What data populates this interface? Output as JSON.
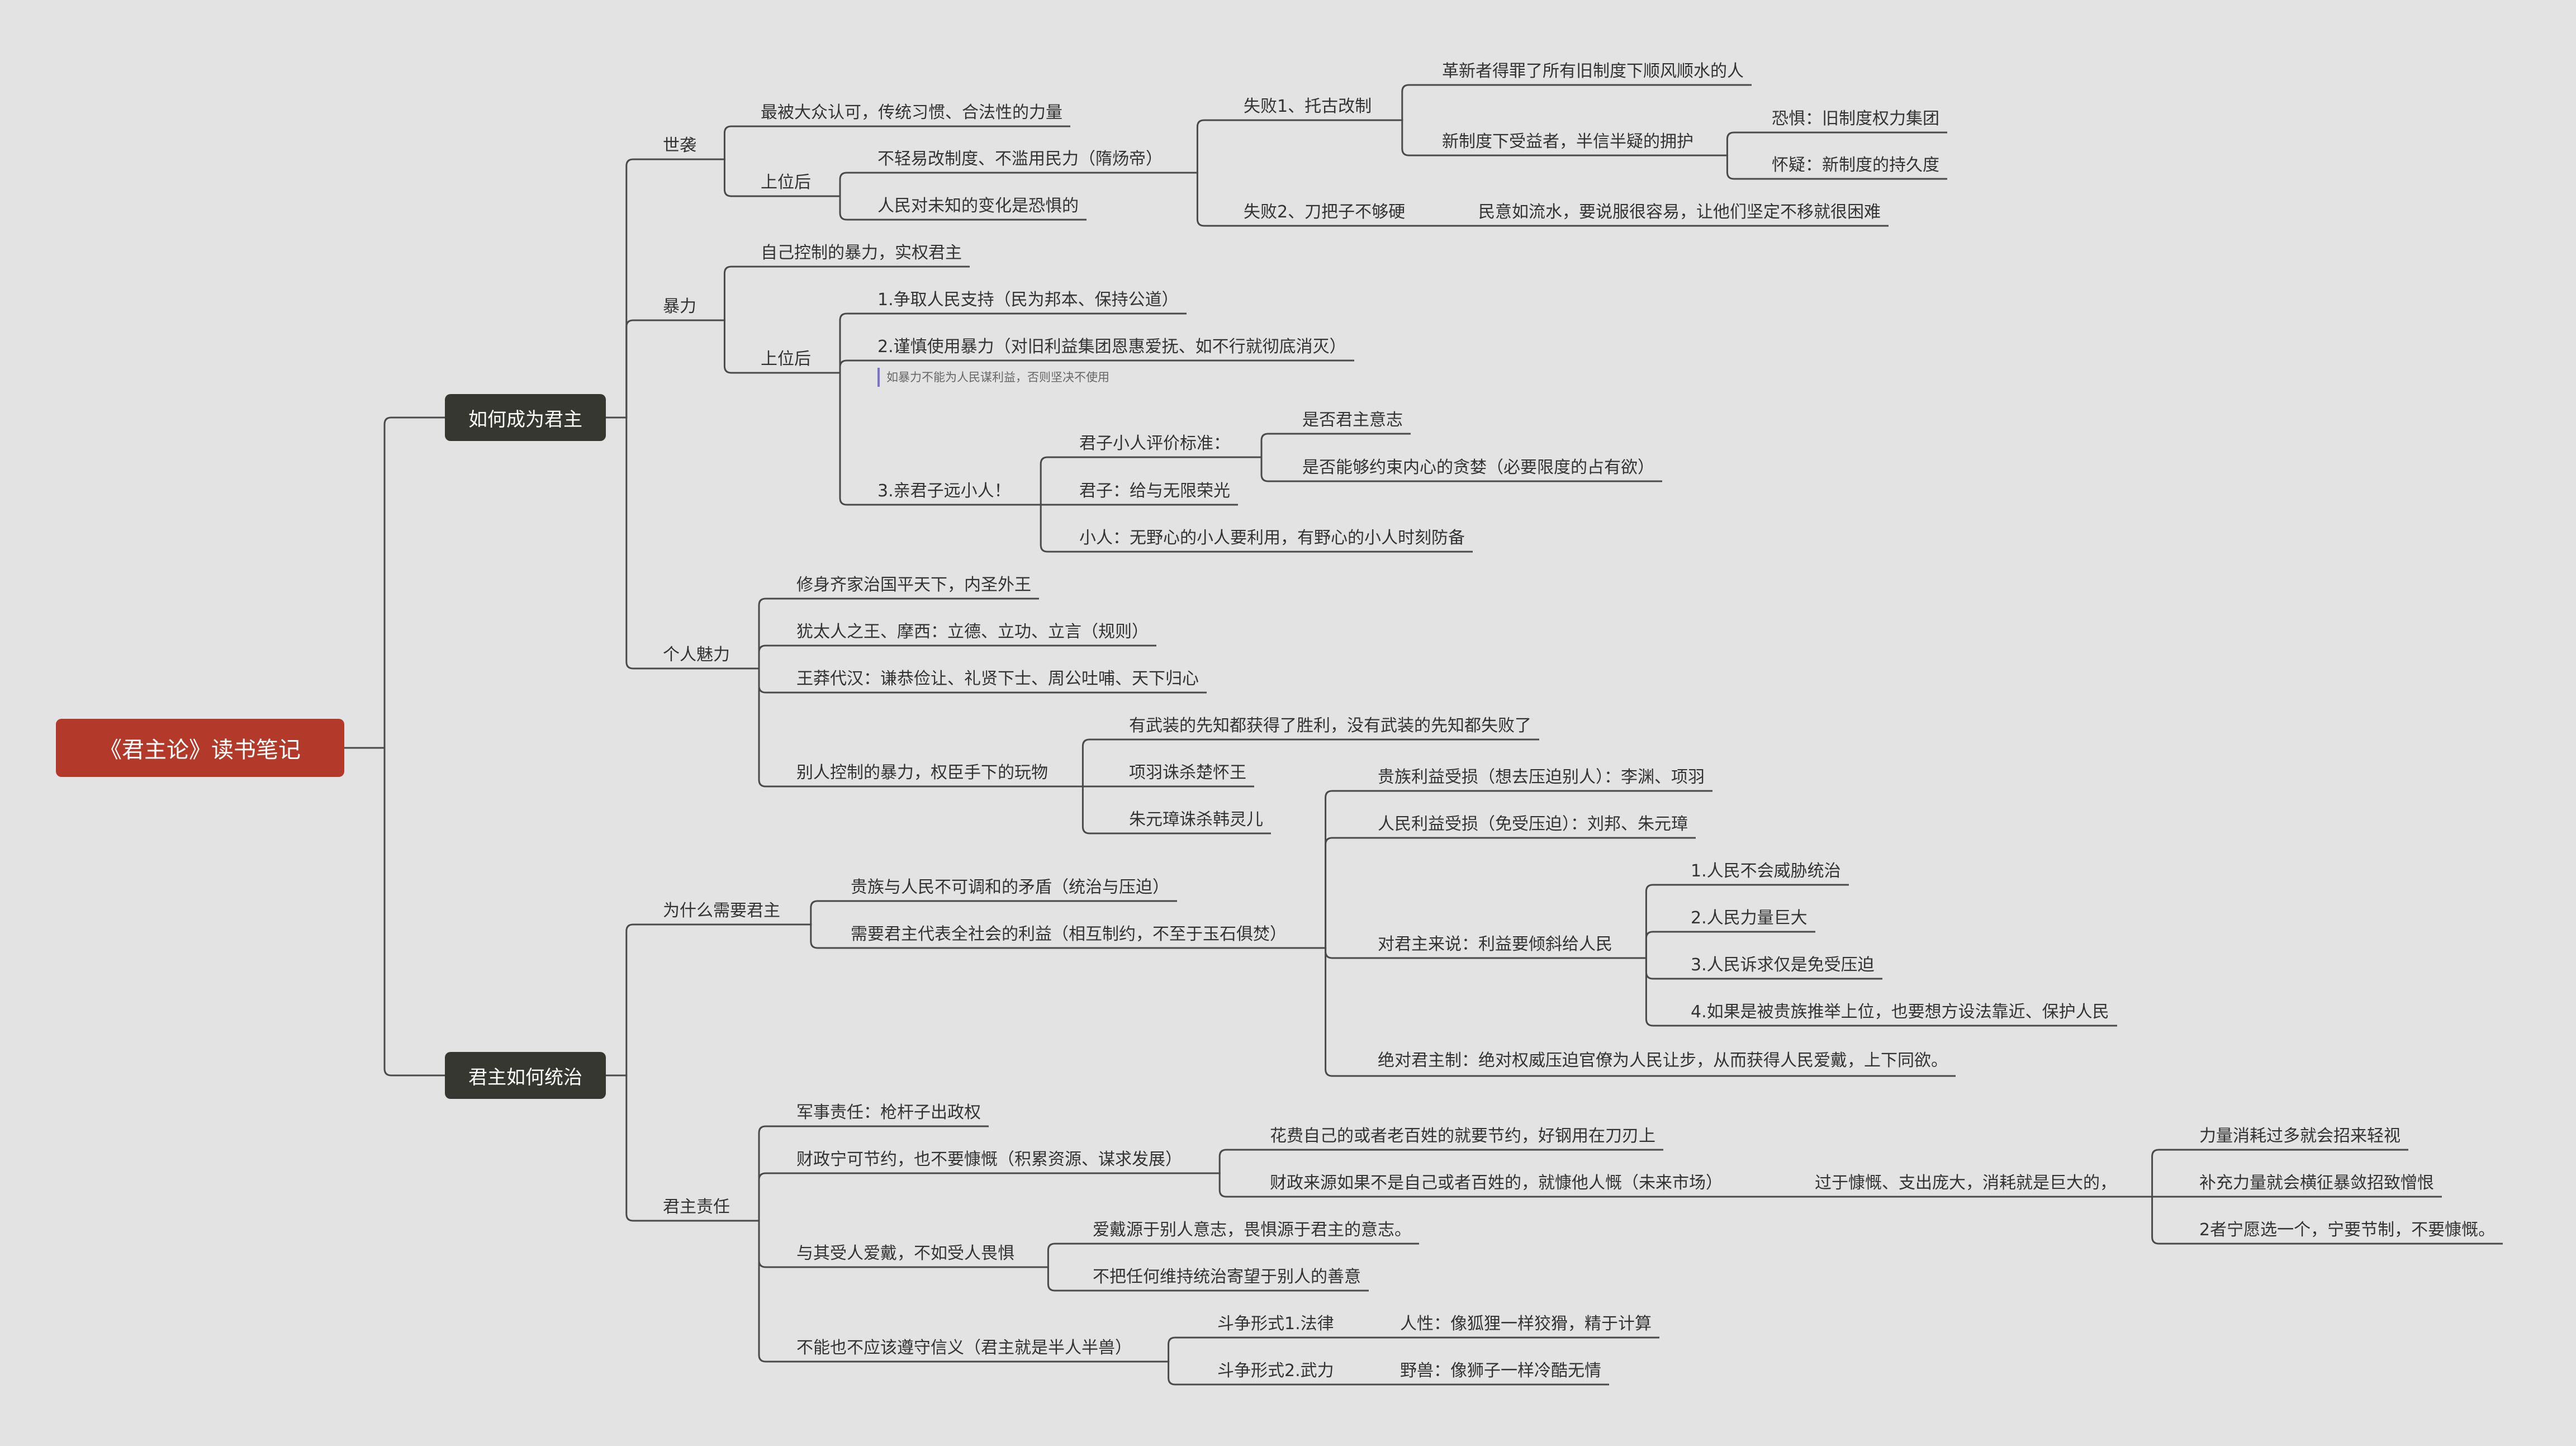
{
  "colors": {
    "background": "#e3e3e3",
    "root": "#b33a2a",
    "main_topic": "#373732",
    "line": "#4a4a4a",
    "note_bar": "#7a74c9"
  },
  "mindmap": {
    "root": "《君主论》读书笔记",
    "topics": {
      "t1": "如何成为君主",
      "t2": "君主如何统治"
    },
    "nodes": {
      "shixi": "世袭",
      "shixi_1": "最被大众认可，传统习惯、合法性的力量",
      "shixi_2": "上位后",
      "shixi_2a": "不轻易改制度、不滥用民力（隋炀帝）",
      "shixi_2b": "人民对未知的变化是恐惧的",
      "fail1": "失败1、托古改制",
      "fail1_a": "革新者得罪了所有旧制度下顺风顺水的人",
      "fail1_b": "新制度下受益者，半信半疑的拥护",
      "fail1_b1": "恐惧：旧制度权力集团",
      "fail1_b2": "怀疑：新制度的持久度",
      "fail2": "失败2、刀把子不够硬",
      "fail2_a": "民意如流水，要说服很容易，让他们坚定不移就很困难",
      "baoli": "暴力",
      "baoli_1": "自己控制的暴力，实权君主",
      "baoli_2": "上位后",
      "baoli_2a": "1.争取人民支持（民为邦本、保持公道）",
      "baoli_2b": "2.谨慎使用暴力（对旧利益集团恩惠爱抚、如不行就彻底消灭）",
      "baoli_2b_note": "如暴力不能为人民谋利益，否则坚决不使用",
      "baoli_2c": "3.亲君子远小人！",
      "jz_std": "君子小人评价标准：",
      "jz_std_1": "是否君主意志",
      "jz_std_2": "是否能够约束内心的贪婪（必要限度的占有欲）",
      "jz": "君子：给与无限荣光",
      "xr": "小人：无野心的小人要利用，有野心的小人时刻防备",
      "meili": "个人魅力",
      "meili_1": "修身齐家治国平天下，内圣外王",
      "meili_2": "犹太人之王、摩西：立德、立功、立言（规则）",
      "meili_3": "王莽代汉：谦恭俭让、礼贤下士、周公吐哺、天下归心",
      "meili_4": "别人控制的暴力，权臣手下的玩物",
      "meili_4a": "有武装的先知都获得了胜利，没有武装的先知都失败了",
      "meili_4b": "项羽诛杀楚怀王",
      "meili_4c": "朱元璋诛杀韩灵儿",
      "why": "为什么需要君主",
      "why_1": "贵族与人民不可调和的矛盾（统治与压迫）",
      "why_2": "需要君主代表全社会的利益（相互制约，不至于玉石俱焚）",
      "why_2a": "贵族利益受损（想去压迫别人）：李渊、项羽",
      "why_2b": "人民利益受损（免受压迫）：刘邦、朱元璋",
      "why_2c": "对君主来说：利益要倾斜给人民",
      "why_2c1": "1.人民不会威胁统治",
      "why_2c2": "2.人民力量巨大",
      "why_2c3": "3.人民诉求仅是免受压迫",
      "why_2c4": "4.如果是被贵族推举上位，也要想方设法靠近、保护人民",
      "why_2d": "绝对君主制：绝对权威压迫官僚为人民让步，从而获得人民爱戴，上下同欲。",
      "duty": "君主责任",
      "duty_1": "军事责任：枪杆子出政权",
      "duty_2": "财政宁可节约，也不要慷慨（积累资源、谋求发展）",
      "duty_2a": "花费自己的或者老百姓的就要节约，好钢用在刀刃上",
      "duty_2b": "财政来源如果不是自己或者百姓的，就慷他人慨（未来市场）",
      "duty_2b1": "过于慷慨、支出庞大，消耗就是巨大的，",
      "duty_2b1a": "力量消耗过多就会招来轻视",
      "duty_2b1b": "补充力量就会横征暴敛招致憎恨",
      "duty_2b1c": "2者宁愿选一个，宁要节制，不要慷慨。",
      "duty_3": "与其受人爱戴，不如受人畏惧",
      "duty_3a": "爱戴源于别人意志，畏惧源于君主的意志。",
      "duty_3b": "不把任何维持统治寄望于别人的善意",
      "duty_4": "不能也不应该遵守信义（君主就是半人半兽）",
      "duty_4a": "斗争形式1.法律",
      "duty_4a1": "人性：像狐狸一样狡猾，精于计算",
      "duty_4b": "斗争形式2.武力",
      "duty_4b1": "野兽：像狮子一样冷酷无情"
    }
  }
}
